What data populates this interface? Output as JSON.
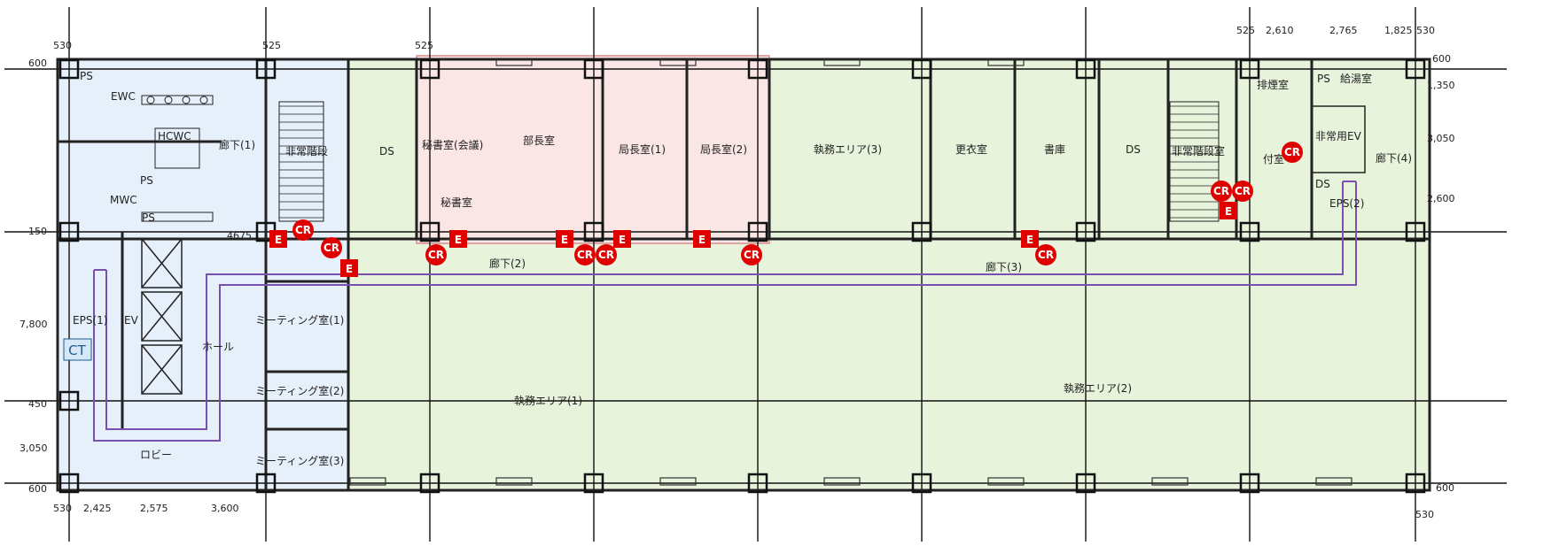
{
  "colors": {
    "zone_left": "#e6f0fa",
    "zone_main": "#e8f3dc",
    "zone_exec": "#fbe6e6",
    "zone_left_border": "#8cb3d9",
    "zone_main_border": "#9cc27a",
    "zone_exec_border": "#d98c8c",
    "route": "#7a4fb0",
    "marker": "#e00000",
    "ct_bg": "#d6e8f7"
  },
  "rooms": {
    "toilet_area": "EWC",
    "hcwc": "HCWC",
    "mwc": "MWC",
    "ps_a": "PS",
    "ps_b": "PS",
    "ps_c": "PS",
    "corridor_1": "廊下(1)",
    "stair_1": "非常階段",
    "ds_1": "DS",
    "secretary_meeting": "秘書室(会議)",
    "secretary": "秘書室",
    "dept_head": "部長室",
    "director_1": "局長室(1)",
    "director_2": "局長室(2)",
    "office_3": "執務エリア(3)",
    "locker": "更衣室",
    "storage": "書庫",
    "ds_2": "DS",
    "stair_2": "非常階段室",
    "annex": "付室",
    "emergency_ev": "非常用EV",
    "corridor_4": "廊下(4)",
    "ds_3": "DS",
    "eps_2": "EPS(2)",
    "emergency_lobby": "排煙室",
    "ps_d": "PS",
    "hvac": "給湯室",
    "corridor_2": "廊下(2)",
    "corridor_3": "廊下(3)",
    "eps_1": "EPS(1)",
    "ev": "EV",
    "hall": "ホール",
    "meeting_1": "ミーティング室(1)",
    "meeting_2": "ミーティング室(2)",
    "meeting_3": "ミーティング室(3)",
    "lobby": "ロビー",
    "office_1": "執務エリア(1)",
    "office_2": "執務エリア(2)"
  },
  "dimensions": {
    "top_left_1": "530",
    "top_left_2": "525",
    "top_left_3": "525",
    "top_right_1": "525",
    "top_right_2": "2,610",
    "top_right_3": "2,765",
    "top_right_4": "1,825",
    "top_right_5": "530",
    "bottom_1": "530",
    "bottom_2": "2,425",
    "bottom_3": "2,575",
    "bottom_4": "3,600",
    "left_1": "600",
    "left_2": "150",
    "left_3": "7,800",
    "left_4": "450",
    "left_5": "3,050",
    "left_6": "600",
    "mid_1": "4675",
    "right_1": "600",
    "right_2": "1,350",
    "right_3": "3,050",
    "right_4": "2,600",
    "right_5": "600",
    "right_6": "530"
  },
  "markers": {
    "e": "E",
    "cr": "CR",
    "ct": "CT"
  }
}
